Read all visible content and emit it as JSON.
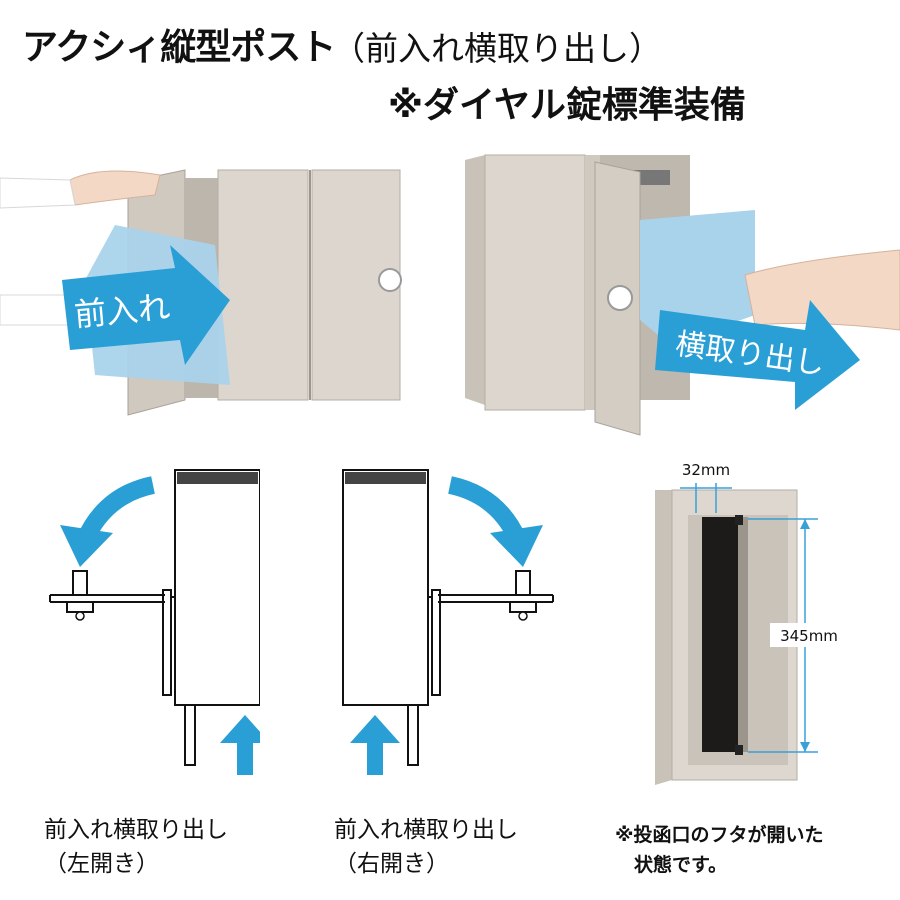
{
  "title": {
    "main": "アクシィ縦型ポスト",
    "sub": "（前入れ横取り出し）",
    "line2": "※ダイヤル錠標準装備"
  },
  "photos": {
    "left_arrow_label": "前入れ",
    "right_arrow_label": "横取り出し"
  },
  "diagrams": {
    "left_caption_line1": "前入れ横取り出し",
    "left_caption_line2": "（左開き）",
    "right_caption_line1": "前入れ横取り出し",
    "right_caption_line2": "（右開き）"
  },
  "slot": {
    "width_label": "32mm",
    "height_label": "345mm",
    "note_line1": "※投函口のフタが開いた",
    "note_line2": "状態です。"
  },
  "colors": {
    "arrow_blue": "#2a9fd6",
    "body_gray": "#d8d2ca",
    "paper_blue": "#a9d3ea",
    "dim_blue": "#3aa0d8"
  }
}
